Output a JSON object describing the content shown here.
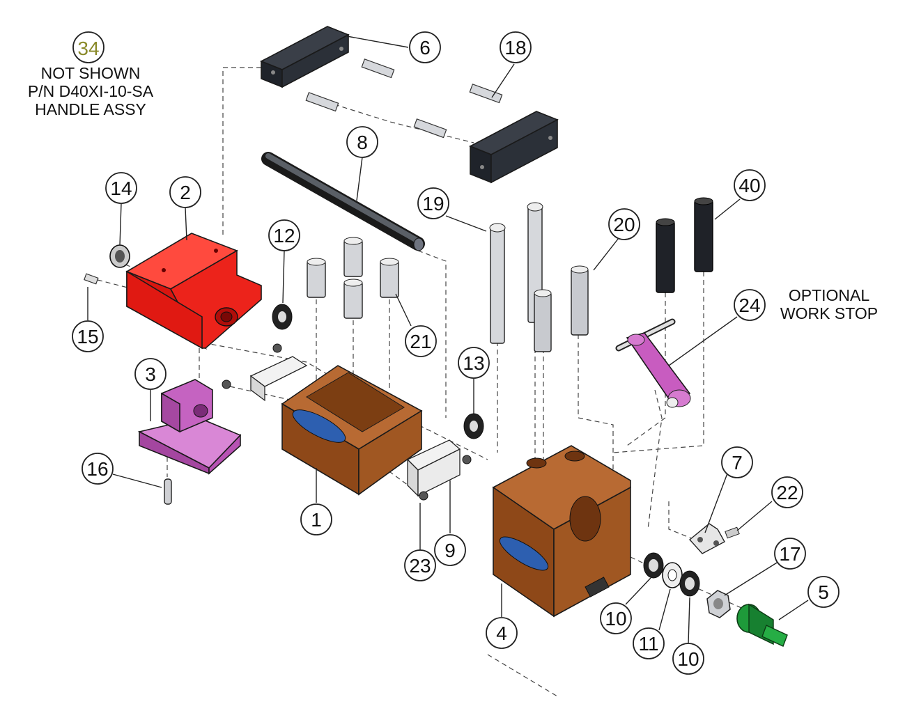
{
  "note": {
    "balloon": "34",
    "balloon_color": "#8a8a2a",
    "lines": [
      "NOT SHOWN",
      "P/N D40XI-10-SA",
      "HANDLE ASSY"
    ]
  },
  "optional_note": {
    "lines": [
      "OPTIONAL",
      "WORK STOP"
    ]
  },
  "balloons": [
    {
      "id": "b6",
      "label": "6"
    },
    {
      "id": "b18",
      "label": "18"
    },
    {
      "id": "b8",
      "label": "8"
    },
    {
      "id": "b14",
      "label": "14"
    },
    {
      "id": "b2",
      "label": "2"
    },
    {
      "id": "b12",
      "label": "12"
    },
    {
      "id": "b19",
      "label": "19"
    },
    {
      "id": "b20",
      "label": "20"
    },
    {
      "id": "b40",
      "label": "40"
    },
    {
      "id": "b24",
      "label": "24"
    },
    {
      "id": "b15",
      "label": "15"
    },
    {
      "id": "b3",
      "label": "3"
    },
    {
      "id": "b21",
      "label": "21"
    },
    {
      "id": "b13",
      "label": "13"
    },
    {
      "id": "b16",
      "label": "16"
    },
    {
      "id": "b1",
      "label": "1"
    },
    {
      "id": "b23",
      "label": "23"
    },
    {
      "id": "b9",
      "label": "9"
    },
    {
      "id": "b7",
      "label": "7"
    },
    {
      "id": "b22",
      "label": "22"
    },
    {
      "id": "b17",
      "label": "17"
    },
    {
      "id": "b5",
      "label": "5"
    },
    {
      "id": "b4",
      "label": "4"
    },
    {
      "id": "b10a",
      "label": "10"
    },
    {
      "id": "b11",
      "label": "11"
    },
    {
      "id": "b10b",
      "label": "10"
    }
  ],
  "colors": {
    "jaw_red": "#e8221c",
    "fixed_jaw_brown": "#a0521e",
    "work_stop_magenta": "#c85cc0",
    "clamp_magenta": "#c75ec4",
    "jaw_plate_black": "#2a2e36",
    "screw_green": "#1e9a3a",
    "logo_blue": "#2d5fb0"
  }
}
